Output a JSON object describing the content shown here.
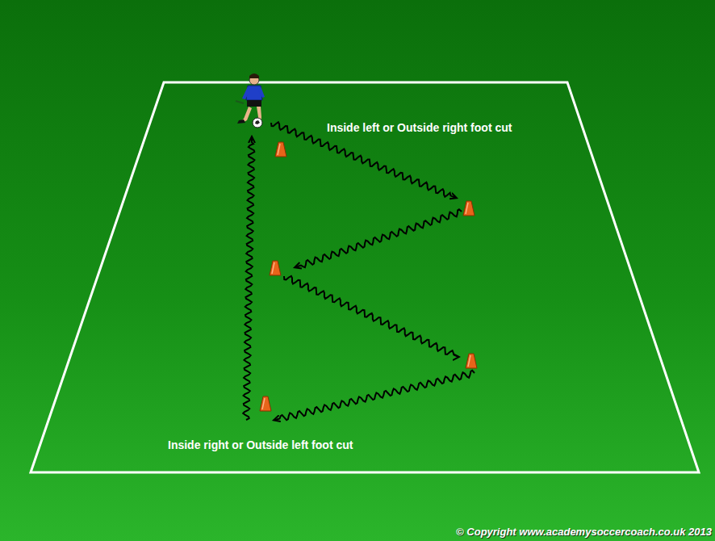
{
  "diagram": {
    "labels": [
      "Inside left or Outside right foot cut",
      "Inside right or Outside left foot cut",
      "© Copyright www.academysoccercoach.co.uk 2013"
    ]
  }
}
